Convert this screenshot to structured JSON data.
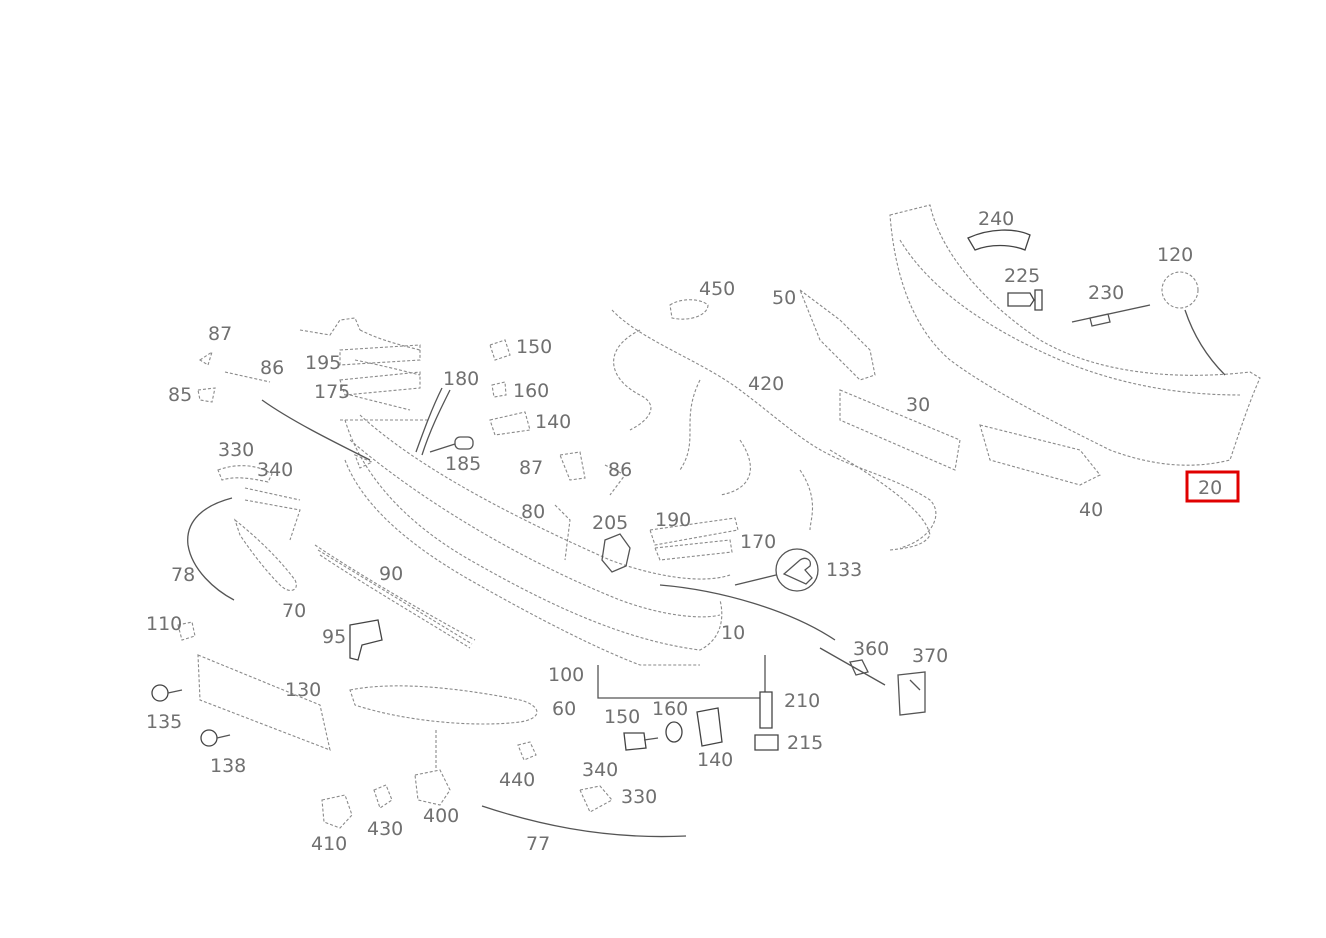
{
  "diagram": {
    "highlight_color": "#e00000",
    "line_color": "#707070",
    "highlighted_part": "20",
    "callouts": [
      {
        "id": "c240",
        "text": "240"
      },
      {
        "id": "c225",
        "text": "225"
      },
      {
        "id": "c120",
        "text": "120"
      },
      {
        "id": "c230",
        "text": "230"
      },
      {
        "id": "c450",
        "text": "450"
      },
      {
        "id": "c50",
        "text": "50"
      },
      {
        "id": "c420",
        "text": "420"
      },
      {
        "id": "c30",
        "text": "30"
      },
      {
        "id": "c20",
        "text": "20"
      },
      {
        "id": "c40",
        "text": "40"
      },
      {
        "id": "c87a",
        "text": "87"
      },
      {
        "id": "c86a",
        "text": "86"
      },
      {
        "id": "c85",
        "text": "85"
      },
      {
        "id": "c195",
        "text": "195"
      },
      {
        "id": "c175",
        "text": "175"
      },
      {
        "id": "c180",
        "text": "180"
      },
      {
        "id": "c150a",
        "text": "150"
      },
      {
        "id": "c160a",
        "text": "160"
      },
      {
        "id": "c140a",
        "text": "140"
      },
      {
        "id": "c185",
        "text": "185"
      },
      {
        "id": "c87b",
        "text": "87"
      },
      {
        "id": "c86b",
        "text": "86"
      },
      {
        "id": "c330a",
        "text": "330"
      },
      {
        "id": "c340a",
        "text": "340"
      },
      {
        "id": "c80",
        "text": "80"
      },
      {
        "id": "c205",
        "text": "205"
      },
      {
        "id": "c190",
        "text": "190"
      },
      {
        "id": "c170",
        "text": "170"
      },
      {
        "id": "c133",
        "text": "133"
      },
      {
        "id": "c78",
        "text": "78"
      },
      {
        "id": "c90",
        "text": "90"
      },
      {
        "id": "c70",
        "text": "70"
      },
      {
        "id": "c110",
        "text": "110"
      },
      {
        "id": "c95",
        "text": "95"
      },
      {
        "id": "c10",
        "text": "10"
      },
      {
        "id": "c360",
        "text": "360"
      },
      {
        "id": "c370",
        "text": "370"
      },
      {
        "id": "c100",
        "text": "100"
      },
      {
        "id": "c130",
        "text": "130"
      },
      {
        "id": "c135",
        "text": "135"
      },
      {
        "id": "c60",
        "text": "60"
      },
      {
        "id": "c150b",
        "text": "150"
      },
      {
        "id": "c160b",
        "text": "160"
      },
      {
        "id": "c210",
        "text": "210"
      },
      {
        "id": "c215",
        "text": "215"
      },
      {
        "id": "c140b",
        "text": "140"
      },
      {
        "id": "c138",
        "text": "138"
      },
      {
        "id": "c440",
        "text": "440"
      },
      {
        "id": "c340b",
        "text": "340"
      },
      {
        "id": "c330b",
        "text": "330"
      },
      {
        "id": "c400",
        "text": "400"
      },
      {
        "id": "c430",
        "text": "430"
      },
      {
        "id": "c410",
        "text": "410"
      },
      {
        "id": "c77",
        "text": "77"
      }
    ]
  }
}
